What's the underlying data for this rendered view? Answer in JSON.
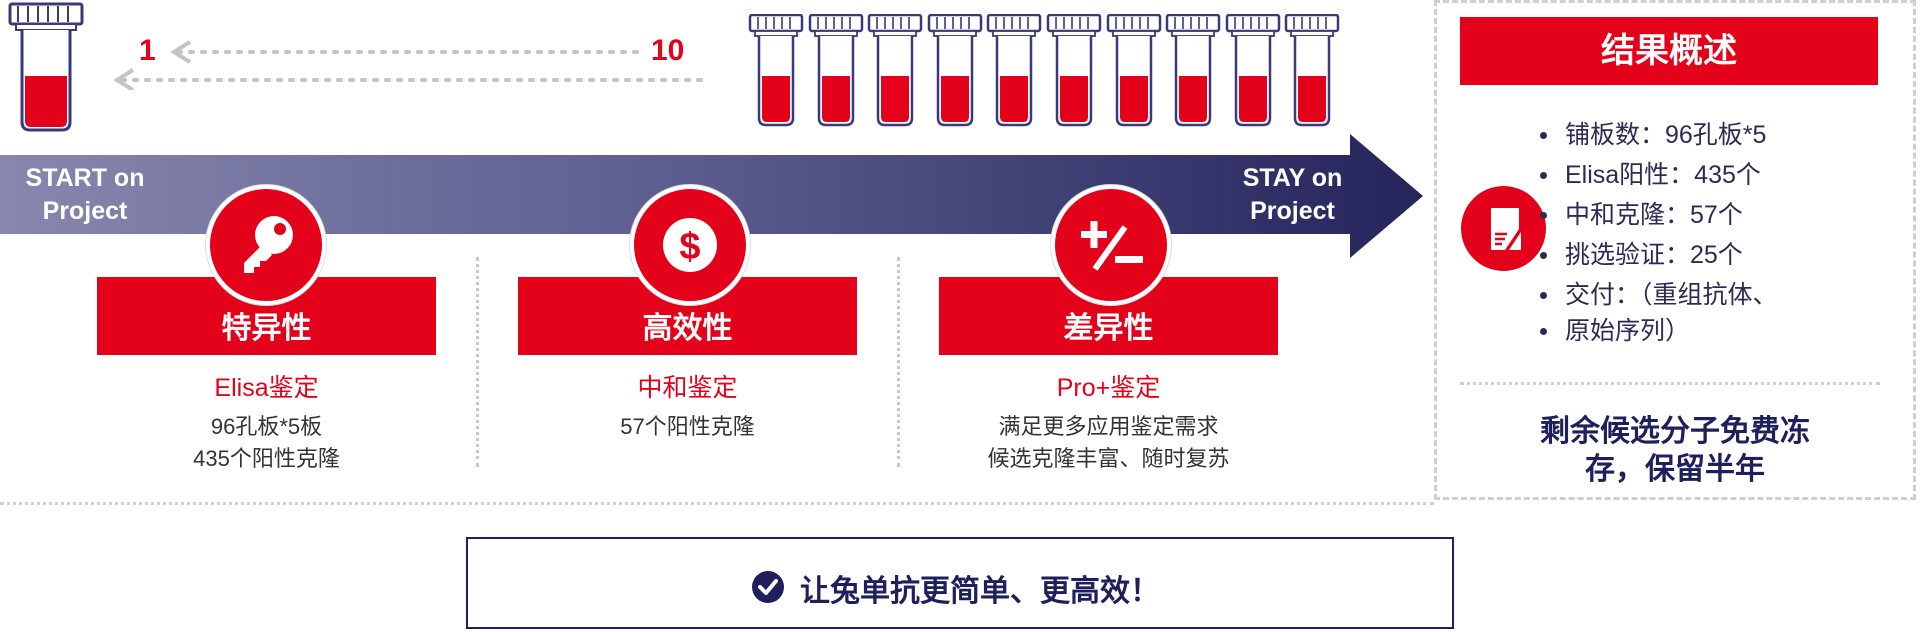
{
  "progress": {
    "left_count": "1",
    "right_count": "10"
  },
  "arrow": {
    "start_label_line1": "START on",
    "start_label_line2": "Project",
    "end_label_line1": "STAY on",
    "end_label_line2": "Project"
  },
  "steps": [
    {
      "icon": "key-icon",
      "title": "特异性",
      "method": "Elisa鉴定",
      "details": [
        "96孔板*5板",
        "435个阳性克隆"
      ]
    },
    {
      "icon": "dollar-icon",
      "title": "高效性",
      "method": "中和鉴定",
      "details": [
        "57个阳性克隆"
      ]
    },
    {
      "icon": "plus-minus-icon",
      "title": "差异性",
      "method": "Pro+鉴定",
      "details": [
        "满足更多应用鉴定需求",
        "候选克隆丰富、随时复苏"
      ]
    }
  ],
  "summary": {
    "title": "结果概述",
    "icon": "document-icon",
    "items": [
      "铺板数：96孔板*5",
      "Elisa阳性：435个",
      "中和克隆：57个",
      "挑选验证：25个",
      "交付：（重组抗体、",
      "原始序列）"
    ],
    "footer_line1": "剩余候选分子免费冻",
    "footer_line2": "存，保留半年"
  },
  "slogan": {
    "icon": "check-circle-icon",
    "text": "让兔单抗更简单、更高效！"
  },
  "colors": {
    "brand_red": "#e4021b",
    "navy": "#1f1f5e",
    "arrow_start": "#7f7fa8",
    "arrow_end": "#27275e"
  }
}
